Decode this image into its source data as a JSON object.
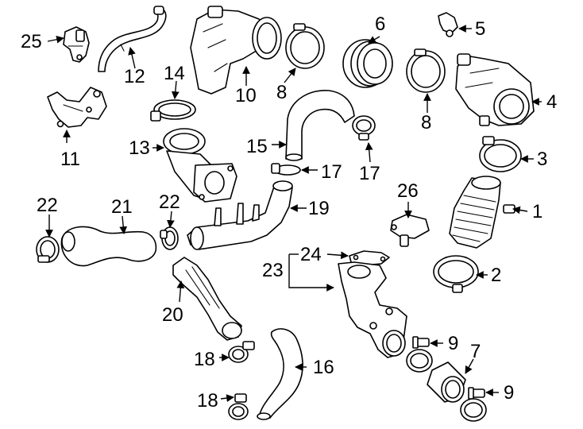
{
  "callouts": [
    {
      "id": "c1",
      "label": "1"
    },
    {
      "id": "c2",
      "label": "2"
    },
    {
      "id": "c3",
      "label": "3"
    },
    {
      "id": "c4",
      "label": "4"
    },
    {
      "id": "c5",
      "label": "5"
    },
    {
      "id": "c6",
      "label": "6"
    },
    {
      "id": "c7",
      "label": "7"
    },
    {
      "id": "c8a",
      "label": "8"
    },
    {
      "id": "c8b",
      "label": "8"
    },
    {
      "id": "c9a",
      "label": "9"
    },
    {
      "id": "c9b",
      "label": "9"
    },
    {
      "id": "c10",
      "label": "10"
    },
    {
      "id": "c11",
      "label": "11"
    },
    {
      "id": "c12",
      "label": "12"
    },
    {
      "id": "c13",
      "label": "13"
    },
    {
      "id": "c14",
      "label": "14"
    },
    {
      "id": "c15",
      "label": "15"
    },
    {
      "id": "c16",
      "label": "16"
    },
    {
      "id": "c17a",
      "label": "17"
    },
    {
      "id": "c17b",
      "label": "17"
    },
    {
      "id": "c18a",
      "label": "18"
    },
    {
      "id": "c18b",
      "label": "18"
    },
    {
      "id": "c19",
      "label": "19"
    },
    {
      "id": "c20",
      "label": "20"
    },
    {
      "id": "c21",
      "label": "21"
    },
    {
      "id": "c22a",
      "label": "22"
    },
    {
      "id": "c22b",
      "label": "22"
    },
    {
      "id": "c23",
      "label": "23"
    },
    {
      "id": "c24",
      "label": "24"
    },
    {
      "id": "c25",
      "label": "25"
    },
    {
      "id": "c26",
      "label": "26"
    }
  ]
}
